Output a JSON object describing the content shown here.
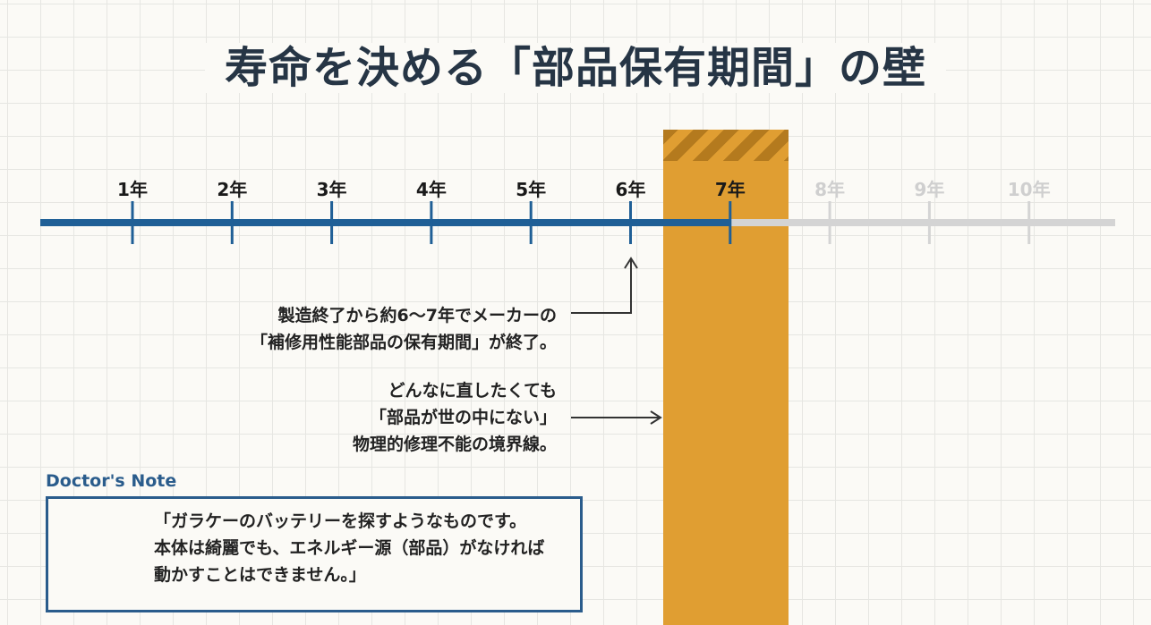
{
  "title": "寿命を決める「部品保有期間」の壁",
  "timeline": {
    "ticks": [
      "1年",
      "2年",
      "3年",
      "4年",
      "5年",
      "6年",
      "7年",
      "8年",
      "9年",
      "10年"
    ],
    "active_until": "7年",
    "colors": {
      "active": "#1f5f96",
      "inactive": "#d4d4d4",
      "wall": "#e09e32"
    }
  },
  "callouts": [
    {
      "lines": [
        "製造終了から約6〜7年でメーカーの",
        "「補修用性能部品の保有期間」が終了。"
      ]
    },
    {
      "lines": [
        "どんなに直したくても",
        "「部品が世の中にない」",
        "物理的修理不能の境界線。"
      ]
    }
  ],
  "note": {
    "label": "Doctor's Note",
    "lines": [
      "「ガラケーのバッテリーを探すようなものです。",
      "本体は綺麗でも、エネルギー源（部品）がなければ",
      "動かすことはできません。」"
    ]
  }
}
